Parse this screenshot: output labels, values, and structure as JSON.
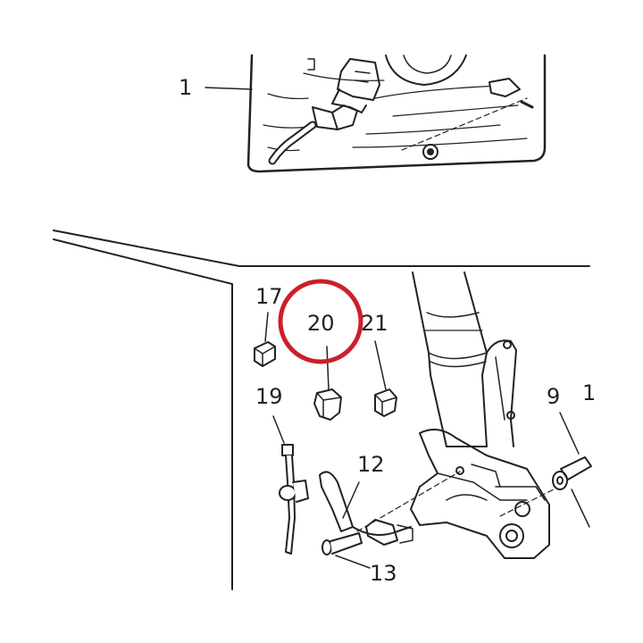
{
  "diagram": {
    "callouts": [
      {
        "id": "c1",
        "text": "1"
      },
      {
        "id": "c17",
        "text": "17"
      },
      {
        "id": "c20",
        "text": "20",
        "highlighted": true
      },
      {
        "id": "c21",
        "text": "21"
      },
      {
        "id": "c19",
        "text": "19"
      },
      {
        "id": "c9",
        "text": "9"
      },
      {
        "id": "c10",
        "text": "1"
      },
      {
        "id": "c12",
        "text": "12"
      },
      {
        "id": "c13",
        "text": "13"
      }
    ],
    "colors": {
      "line": "#222222",
      "highlight": "#cc1f2b",
      "background": "#ffffff",
      "shade": "#dddddd"
    }
  }
}
